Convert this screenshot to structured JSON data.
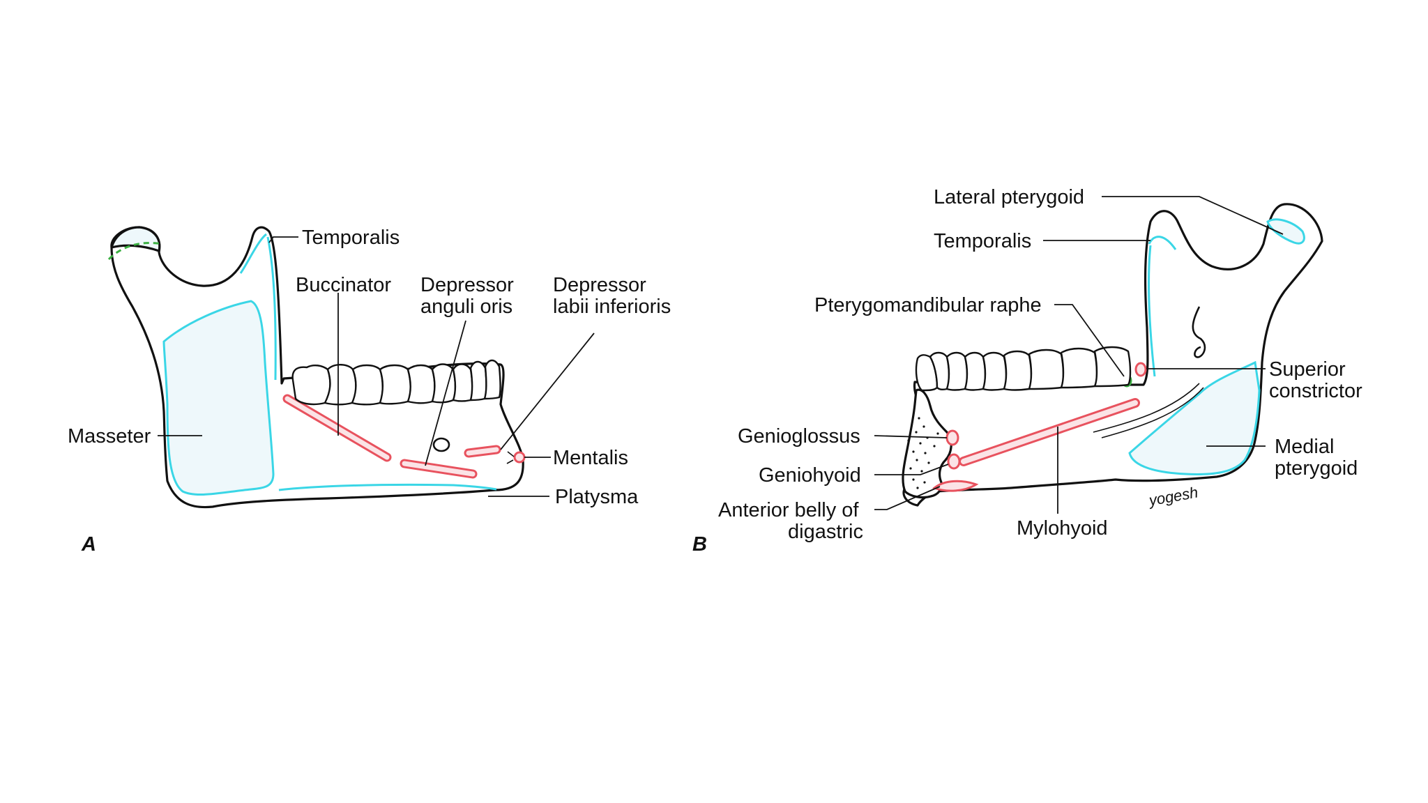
{
  "colors": {
    "outline": "#111111",
    "attachment_cyan": "#3ad6e6",
    "attachment_fill": "#eef8fb",
    "attachment_red": "#e8525e",
    "attachment_red_fill": "#fbe3e6",
    "green_dashed": "#3cb043"
  },
  "panel_a": {
    "panel_label": "A",
    "labels": {
      "temporalis": "Temporalis",
      "buccinator": "Buccinator",
      "depressor_anguli_1": "Depressor",
      "depressor_anguli_2": "anguli oris",
      "depressor_labii_1": "Depressor",
      "depressor_labii_2": "labii inferioris",
      "masseter": "Masseter",
      "mentalis": "Mentalis",
      "platysma": "Platysma"
    }
  },
  "panel_b": {
    "panel_label": "B",
    "signature": "yogesh",
    "labels": {
      "lateral_pterygoid": "Lateral pterygoid",
      "temporalis": "Temporalis",
      "pterygomandibular_raphe": "Pterygomandibular raphe",
      "superior_constrictor_1": "Superior",
      "superior_constrictor_2": "constrictor",
      "genioglossus": "Genioglossus",
      "geniohyoid": "Geniohyoid",
      "anterior_belly_1": "Anterior belly of",
      "anterior_belly_2": "digastric",
      "mylohyoid": "Mylohyoid",
      "medial_pterygoid_1": "Medial",
      "medial_pterygoid_2": "pterygoid"
    }
  }
}
